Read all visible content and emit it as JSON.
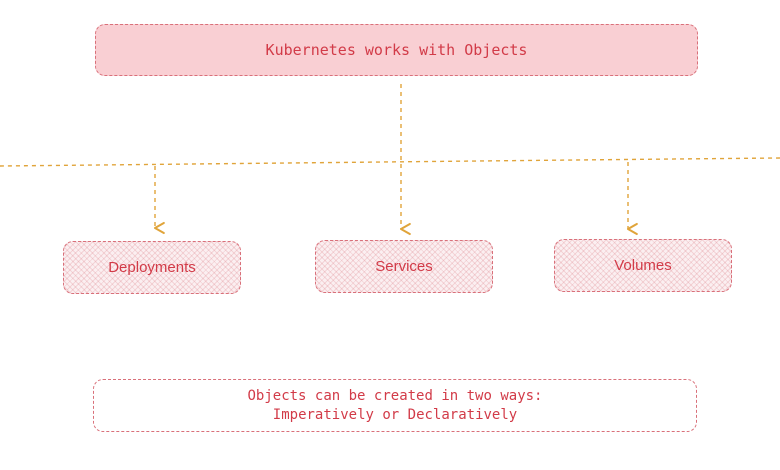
{
  "diagram": {
    "root": {
      "label": "Kubernetes works with Objects"
    },
    "children": [
      {
        "label": "Deployments"
      },
      {
        "label": "Services"
      },
      {
        "label": "Volumes"
      }
    ],
    "note": {
      "line1": "Objects can be created in two ways:",
      "line2": "Imperatively or Declaratively"
    },
    "colors": {
      "root_fill": "#f9cfd3",
      "box_stroke": "#d9707a",
      "text": "#d23b48",
      "connector": "#e0a43a",
      "child_hatch": "#d66e78"
    }
  }
}
